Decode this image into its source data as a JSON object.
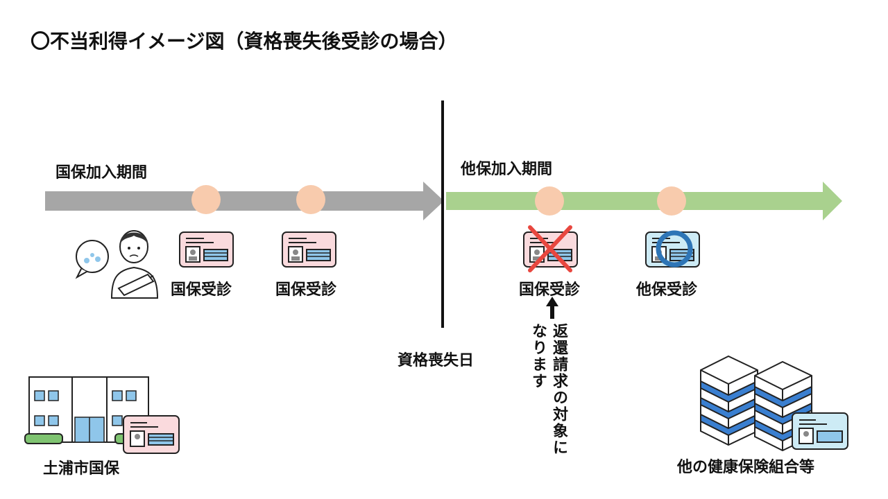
{
  "title": "〇不当利得イメージ図（資格喪失後受診の場合）",
  "periods": {
    "left": "国保加入期間",
    "right": "他保加入期間"
  },
  "divider_label": "資格喪失日",
  "visits": [
    {
      "label": "国保受診",
      "mark": "none"
    },
    {
      "label": "国保受診",
      "mark": "none"
    },
    {
      "label": "国保受診",
      "mark": "cross"
    },
    {
      "label": "他保受診",
      "mark": "circle"
    }
  ],
  "note": {
    "line1": "返還請求の対象に",
    "line2": "なります"
  },
  "entities": {
    "left": "土浦市国保",
    "right": "他の健康保険組合等"
  },
  "colors": {
    "arrow_left": "#a6a6a6",
    "arrow_right": "#a9d18e",
    "dot": "#f8cbad",
    "card_pink": "#fadadd",
    "card_blue": "#cdebf5",
    "cross": "#e8473f",
    "circle": "#2e75b6",
    "window": "#8fc6ea",
    "stack_blue": "#3a7fd0"
  },
  "icons": [
    "person-injured-icon",
    "speech-bubble-icon",
    "insurance-card-icon",
    "city-hall-icon",
    "server-stack-icon",
    "up-arrow-icon",
    "cross-mark-icon",
    "circle-mark-icon"
  ]
}
